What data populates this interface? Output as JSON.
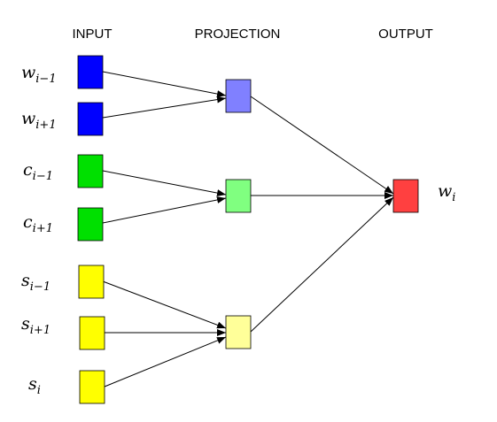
{
  "headers": {
    "input": "INPUT",
    "projection": "PROJECTION",
    "output": "OUTPUT"
  },
  "input_labels": [
    {
      "base": "w",
      "sub": "i−1"
    },
    {
      "base": "w",
      "sub": "i+1"
    },
    {
      "base": "c",
      "sub": "i−1"
    },
    {
      "base": "c",
      "sub": "i+1"
    },
    {
      "base": "s",
      "sub": "i−1"
    },
    {
      "base": "s",
      "sub": "i+1"
    },
    {
      "base": "s",
      "sub": "i"
    }
  ],
  "output_label": {
    "base": "w",
    "sub": "i"
  },
  "colors": {
    "word_input": "#0000ff",
    "word_projection": "#8080ff",
    "class_input": "#00e000",
    "class_projection": "#80ff80",
    "sense_input": "#ffff00",
    "sense_projection": "#ffff99",
    "output": "#ff4040"
  },
  "connections": [
    {
      "from": "w_i-1",
      "to": "projection-word"
    },
    {
      "from": "w_i+1",
      "to": "projection-word"
    },
    {
      "from": "c_i-1",
      "to": "projection-class"
    },
    {
      "from": "c_i+1",
      "to": "projection-class"
    },
    {
      "from": "s_i-1",
      "to": "projection-sense"
    },
    {
      "from": "s_i+1",
      "to": "projection-sense"
    },
    {
      "from": "s_i",
      "to": "projection-sense"
    },
    {
      "from": "projection-word",
      "to": "output"
    },
    {
      "from": "projection-class",
      "to": "output"
    },
    {
      "from": "projection-sense",
      "to": "output"
    }
  ]
}
